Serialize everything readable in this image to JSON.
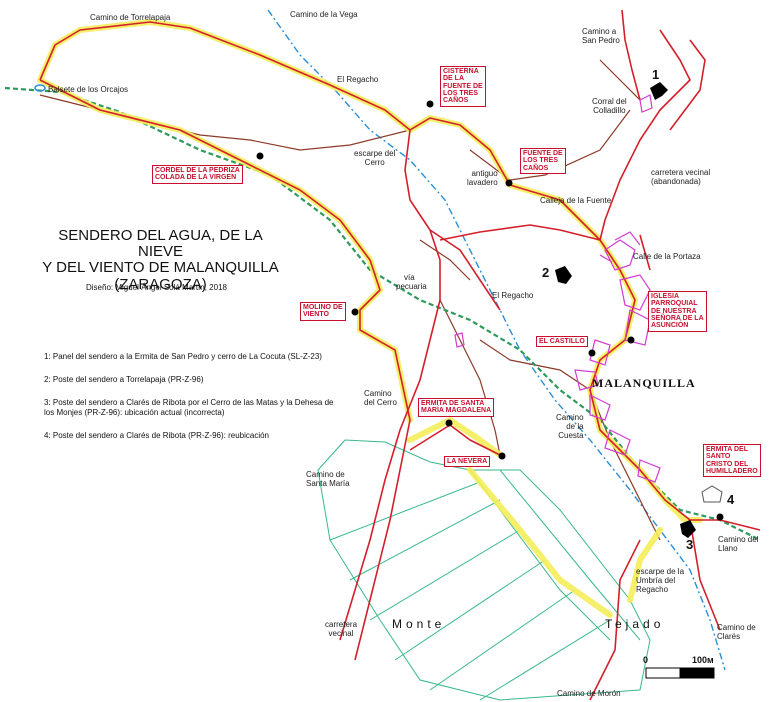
{
  "title": {
    "line1": "SENDERO DEL AGUA, DE LA NIEVE",
    "line2": "Y DEL VIENTO DE MALANQUILLA",
    "line3": "(ZARAGOZA)"
  },
  "author": "Diseño: Miguel Ángel Solá Martín, 2018",
  "legend": [
    "1: Panel del sendero a la Ermita de San Pedro y cerro de La Cocuta (SL-Z-23)",
    "2: Poste del sendero a Torrelapaja (PR-Z-96)",
    "3: Poste del sendero a Clarés de Ribota por el Cerro de las Matas y la Dehesa de los Monjes (PR-Z-96): ubicación actual (incorrecta)",
    "4: Poste del sendero a Clarés de Ribota (PR-Z-96): reubicación"
  ],
  "town": "MALANQUILLA",
  "area_labels": {
    "monte": "Monte",
    "tejado": "Tejado"
  },
  "pois": {
    "cisterna": [
      "CISTERNA",
      "DE LA",
      "FUENTE DE",
      "LOS TRES",
      "CAÑOS"
    ],
    "fuente": [
      "FUENTE DE",
      "LOS TRES",
      "CAÑOS"
    ],
    "cordel": [
      "CORDEL DE LA PEDRIZA",
      "COLADA DE LA VIRGEN"
    ],
    "molino": [
      "MOLINO DE",
      "VIENTO"
    ],
    "iglesia": [
      "IGLESIA",
      "PARROQUIAL",
      "DE NUESTRA",
      "SEÑORA DE LA",
      "ASUNCIÓN"
    ],
    "castillo": [
      "EL CASTILLO"
    ],
    "ermita_magdalena": [
      "ERMITA DE SANTA",
      "MARÍA MAGDALENA"
    ],
    "nevera": [
      "LA NEVERA"
    ],
    "ermita_humilladero": [
      "ERMITA DEL",
      "SANTO",
      "CRISTO DEL",
      "HUMILLADERO"
    ]
  },
  "labels": {
    "camino_torrelapaja": "Camino de Torrelapaja",
    "camino_vega": "Camino de la Vega",
    "camino_san_pedro": [
      "Camino a",
      "San Pedro"
    ],
    "balsete": "Balsete de los Orcajos",
    "regacho_n": "El Regacho",
    "corral": [
      "Corral del",
      "Colladillo"
    ],
    "escarpe_cerro": [
      "escarpe del",
      "Cerro"
    ],
    "antiguo_lavadero": [
      "antiguo",
      "lavadero"
    ],
    "carretera_vecinal_ab": [
      "carretera vecinal",
      "(abandonada)"
    ],
    "calleja": "Calleja de la Fuente",
    "calle_portaza": "Calle de la Portaza",
    "via_pecuaria": [
      "vía",
      "pecuaria"
    ],
    "regacho_c": "El Regacho",
    "camino_cerro": [
      "Camino",
      "del Cerro"
    ],
    "camino_cuesta": [
      "Camino",
      "de la",
      "Cuesta"
    ],
    "camino_santa_maria": [
      "Camino de",
      "Santa María"
    ],
    "camino_llano": [
      "Camino del",
      "Llano"
    ],
    "escarpe_umbria": [
      "escarpe de la",
      "Umbría del",
      "Regacho"
    ],
    "carretera_vecinal": [
      "carretera",
      "vecinal"
    ],
    "camino_clares": [
      "Camino de",
      "Clarés"
    ],
    "camino_moron": "Camino de Morón"
  },
  "markers": [
    "1",
    "2",
    "3",
    "4"
  ],
  "scale": {
    "zero": "0",
    "max": "100м"
  },
  "colors": {
    "road": "#d41f2a",
    "trail": "#f5ee5a",
    "water": "#2a8fd6",
    "cattle_route": "#2e9a5c",
    "path": "#8c3b2a",
    "fields": "#39b98a",
    "buildings": "#d23bd2"
  }
}
